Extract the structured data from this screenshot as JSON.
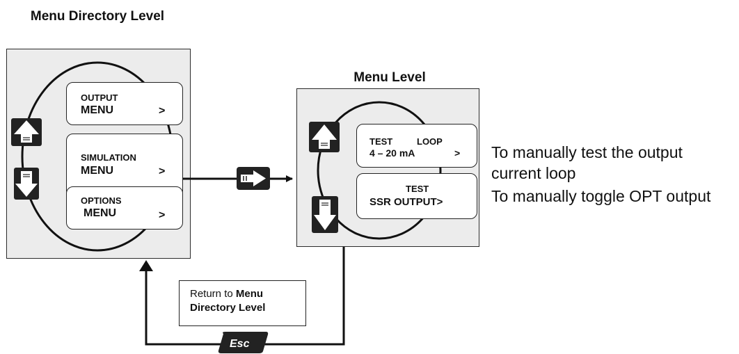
{
  "headings": {
    "menu_directory_level": "Menu Directory Level",
    "menu_level": "Menu Level"
  },
  "directory_menu": {
    "items": [
      {
        "line1": "OUTPUT",
        "line2": "MENU",
        "arrow": ">"
      },
      {
        "line1": "SIMULATION",
        "line2": "MENU",
        "arrow": ">"
      },
      {
        "line1": "OPTIONS",
        "line2": "MENU",
        "arrow": ">"
      }
    ]
  },
  "menu_level": {
    "items": [
      {
        "line1a": "TEST",
        "line1b": "LOOP",
        "line2": "4 – 20 mA",
        "arrow": ">"
      },
      {
        "line1": "TEST",
        "line2": "SSR OUTPUT>"
      }
    ]
  },
  "descriptions": [
    "To manually test the output current loop",
    "To manually toggle OPT output"
  ],
  "return_box": {
    "prefix": "Return to ",
    "bold1": "Menu",
    "bold2": "Directory Level"
  },
  "keys": {
    "esc": "Esc"
  },
  "colors": {
    "panel_bg": "#ececec",
    "key_dark": "#222222",
    "line": "#111111"
  }
}
